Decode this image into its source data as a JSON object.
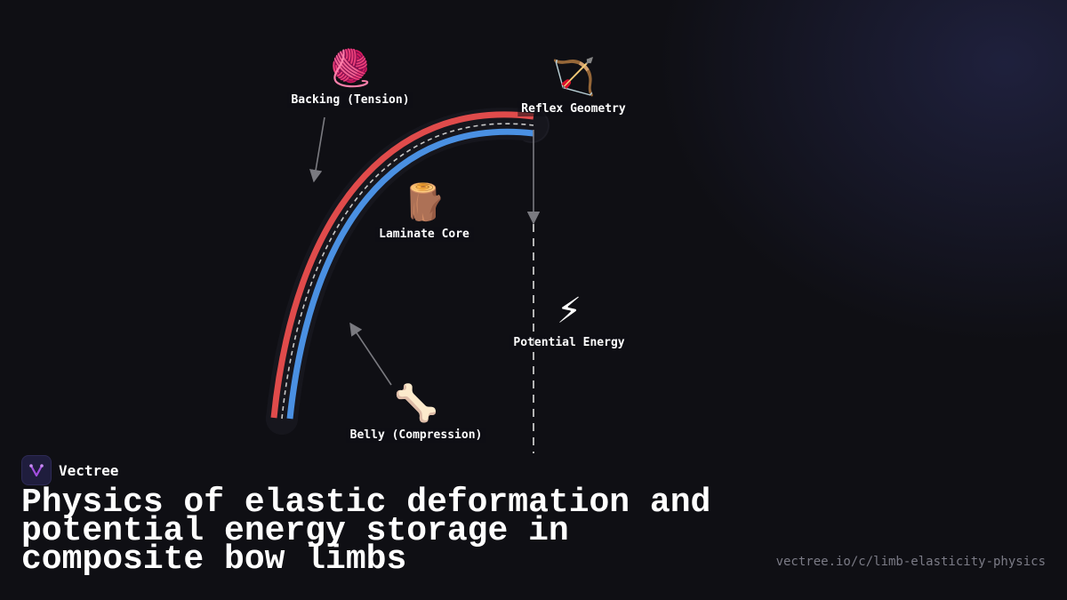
{
  "diagram": {
    "nodes": [
      {
        "id": "backing",
        "icon": "yarn-ball-icon",
        "glyph": "🧶",
        "label": "Backing (Tension)"
      },
      {
        "id": "reflex",
        "icon": "bow-and-arrow-icon",
        "glyph": "🏹",
        "label": "Reflex Geometry"
      },
      {
        "id": "core",
        "icon": "wood-log-icon",
        "glyph": "🪵",
        "label": "Laminate Core"
      },
      {
        "id": "energy",
        "icon": "lightning-bolt-icon",
        "glyph": "⚡",
        "label": "Potential Energy"
      },
      {
        "id": "belly",
        "icon": "bone-icon",
        "glyph": "🦴",
        "label": "Belly (Compression)"
      }
    ],
    "colors": {
      "backing_layer": "#e04b4b",
      "belly_layer": "#4a90e2",
      "core_line": "#c8c8c8",
      "arrow": "#7a7a80",
      "energy_line": "#b4b4b4"
    }
  },
  "brand": {
    "name": "Vectree",
    "logo_icon": "vectree-logo-icon",
    "logo_color": "#a34fe0"
  },
  "headline": "Physics of elastic deformation and potential energy storage in composite bow limbs",
  "source_url": "vectree.io/c/limb-elasticity-physics"
}
